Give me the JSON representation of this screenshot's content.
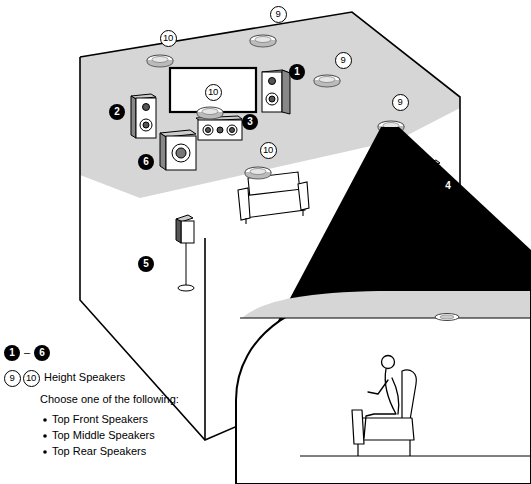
{
  "diagram": {
    "labels": [
      "9",
      "10",
      "9",
      "1",
      "10",
      "9",
      "2",
      "3",
      "10",
      "6",
      "4",
      "5",
      "1",
      "–",
      "6",
      "9",
      "10",
      "Height Speakers",
      "Choose one of the following:",
      "Top Front Speakers",
      "Top Middle Speakers",
      "Top Rear Speakers"
    ]
  }
}
